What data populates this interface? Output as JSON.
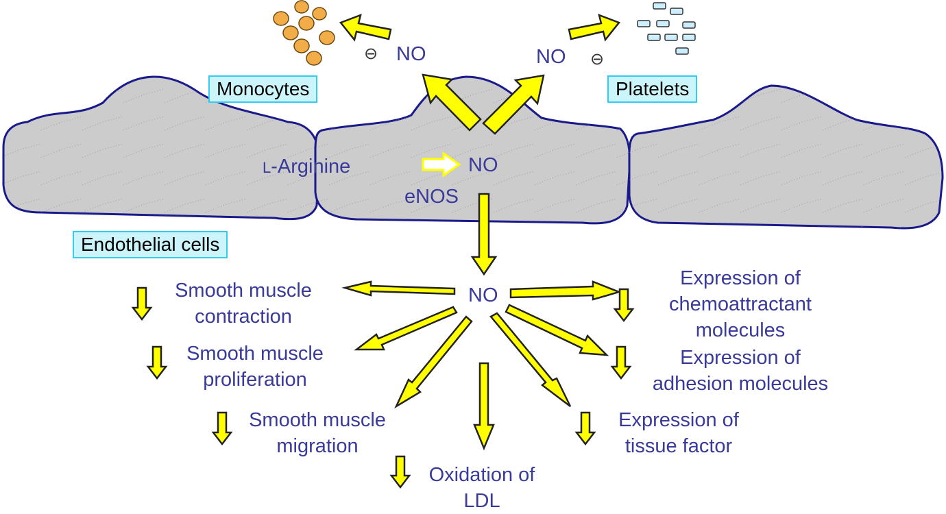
{
  "colors": {
    "cell_fill": "#cccccc",
    "cell_outline": "#1a1a8c",
    "arrow_fill": "#ffff00",
    "arrow_outline": "#222222",
    "label_text": "#3a3a9a",
    "box_fill": "#ccf5fb",
    "box_border": "#33ccee",
    "monocyte_fill": "#f2ad48",
    "platelet_fill": "#cdeeff"
  },
  "boxes": {
    "monocytes": "Monocytes",
    "platelets": "Platelets",
    "endothelial": "Endothelial cells"
  },
  "top": {
    "no_left": "NO",
    "no_right": "NO",
    "inhibit_left": "⊖",
    "inhibit_right": "⊖"
  },
  "cell": {
    "arginine_prefix": "L",
    "arginine": "-Arginine",
    "no_product": "NO",
    "enzyme": "eNOS"
  },
  "center": {
    "no": "NO"
  },
  "effects": {
    "smc_contraction": [
      "Smooth muscle",
      "contraction"
    ],
    "smc_proliferation": [
      "Smooth muscle",
      "proliferation"
    ],
    "smc_migration": [
      "Smooth muscle",
      "migration"
    ],
    "ldl_oxidation": [
      "Oxidation of",
      "LDL"
    ],
    "tissue_factor": [
      "Expression of",
      "tissue factor"
    ],
    "adhesion": [
      "Expression of",
      "adhesion molecules"
    ],
    "chemoattractant": [
      "Expression of",
      "chemoattractant",
      "molecules"
    ]
  },
  "icons": {
    "effect_marker": "down-arrow-icon",
    "inhibition": "minus-circle-icon",
    "monocyte": "circle-cell-icon",
    "platelet": "rounded-rect-icon"
  }
}
